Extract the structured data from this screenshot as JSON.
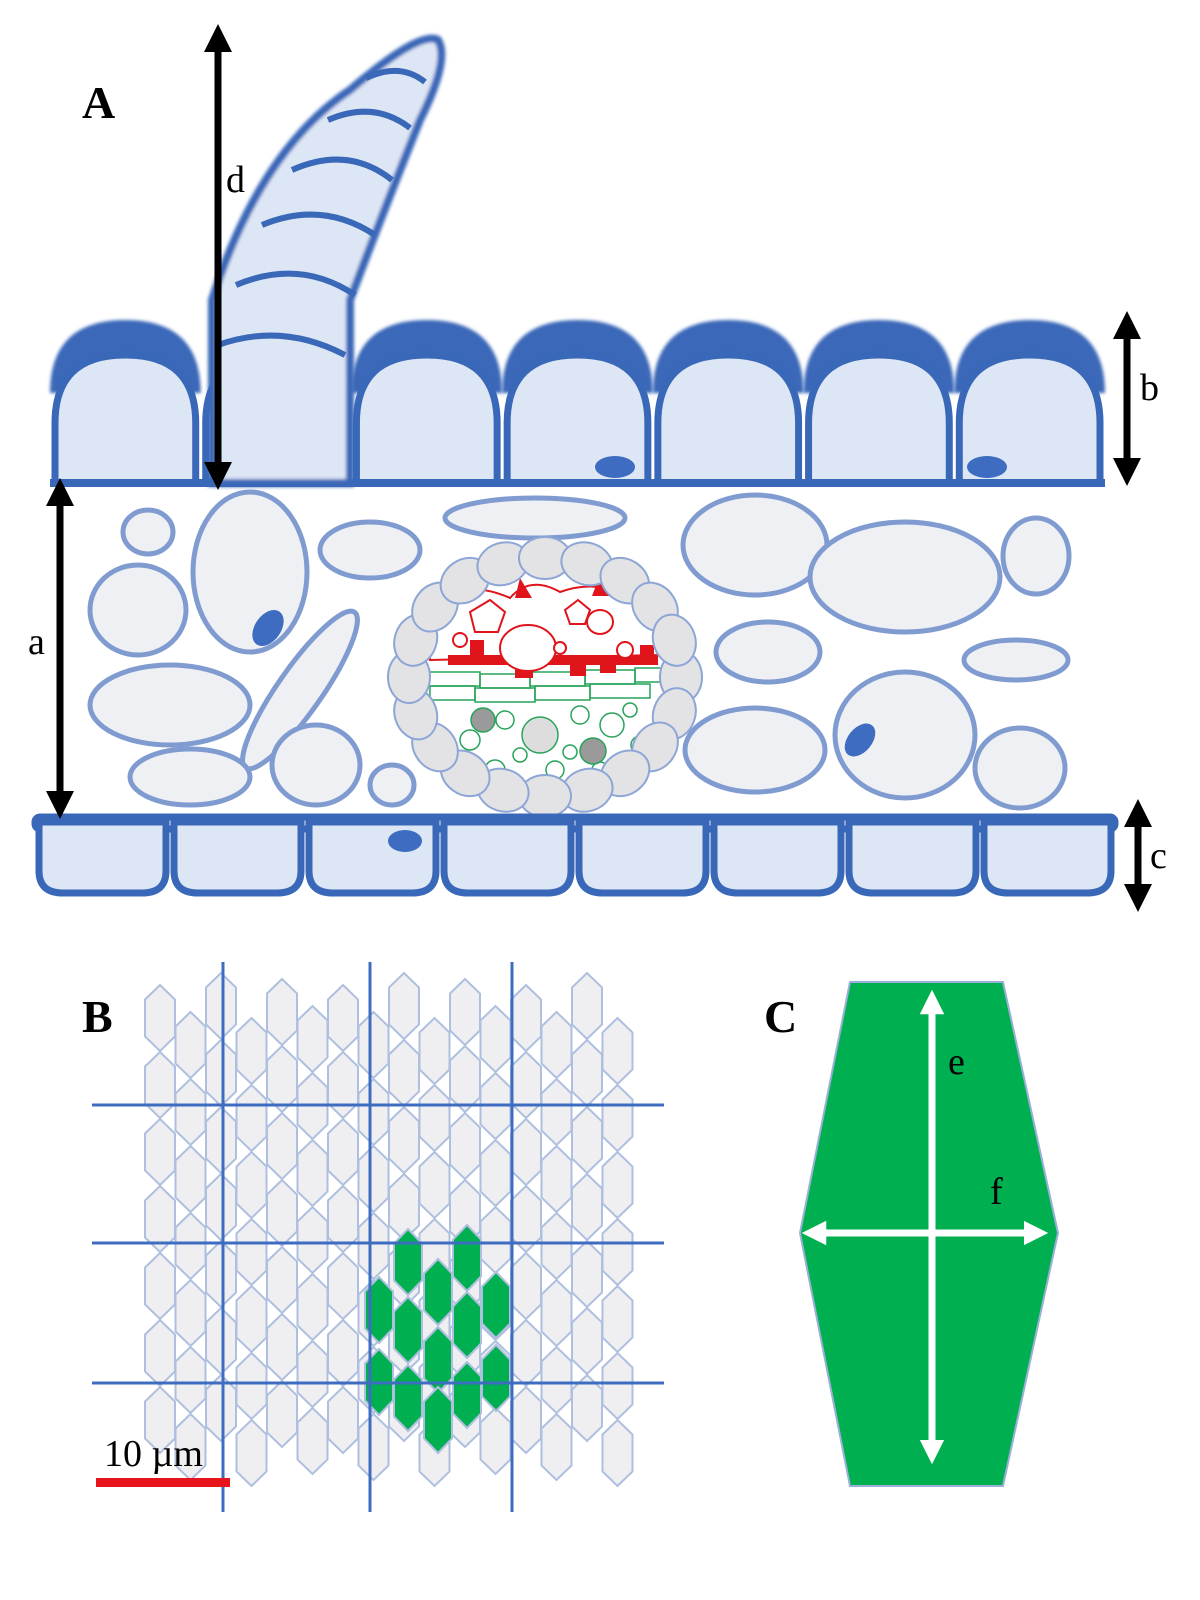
{
  "panels": {
    "a": {
      "label": "A"
    },
    "b": {
      "label": "B"
    },
    "c": {
      "label": "C"
    }
  },
  "dimensions": {
    "a": "a",
    "b": "b",
    "c": "c",
    "d": "d",
    "e": "e",
    "f": "f"
  },
  "scale_bar": {
    "label": "10 µm",
    "color": "#e8141b"
  },
  "colors": {
    "cell_outline": "#3a68b8",
    "cell_fill": "#dde6f5",
    "cuticle": "#3a68b8",
    "mesophyll_fill": "#eef0f4",
    "xylem": "#e0141b",
    "phloem": "#27a35a",
    "highlight_cell": "#00b050",
    "grid_line": "#3d6cc0"
  }
}
